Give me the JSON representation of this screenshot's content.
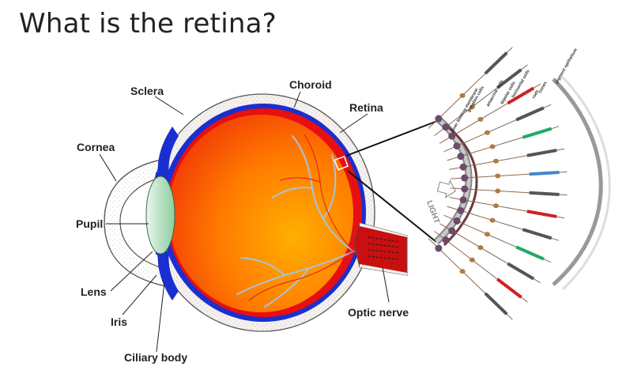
{
  "title": "What is the retina?",
  "labels": {
    "sclera": "Sclera",
    "choroid": "Choroid",
    "retina": "Retina",
    "cornea": "Cornea",
    "pupil": "Pupil",
    "lens": "Lens",
    "iris": "Iris",
    "ciliary_body": "Ciliary body",
    "optic_nerve": "Optic nerve"
  },
  "inset": {
    "light_label": "LIGHT",
    "layer_labels": [
      "inner limiting membrane",
      "ganglion cells",
      "amacrine cells",
      "bipolar cells",
      "horizontal cells",
      "rods",
      "cones",
      "pigment epithelium"
    ]
  },
  "colors": {
    "sclera_fill": "#f4f0ee",
    "choroid": "#1a2fd0",
    "retina_red": "#e80f10",
    "interior_orange": "#ff9a00",
    "lens": "#bfe3c8",
    "vessels": "#a7c4d8",
    "optic_nerve": "#c81010"
  }
}
